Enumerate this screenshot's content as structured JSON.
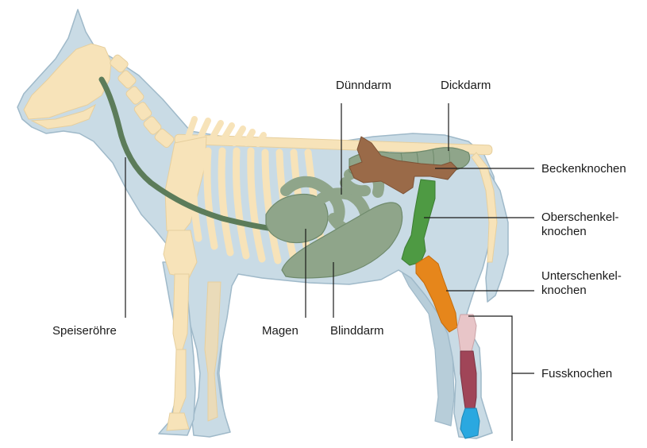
{
  "labels": {
    "duenndarm": "Dünndarm",
    "dickdarm": "Dickdarm",
    "beckenknochen": "Beckenknochen",
    "oberschenkel_1": "Oberschenkel-",
    "oberschenkel_2": "knochen",
    "unterschenkel_1": "Unterschenkel-",
    "unterschenkel_2": "knochen",
    "fussknochen": "Fussknochen",
    "speiseroehre": "Speiseröhre",
    "magen": "Magen",
    "blinddarm": "Blinddarm"
  },
  "colors": {
    "body": "#c9dbe5",
    "body_outline": "#9fb9c9",
    "skeleton": "#f7e3b9",
    "skeleton_outline": "#e6cf9e",
    "gut": "#8fa58a",
    "gut_dark": "#6f8a6c",
    "oesophagus": "#5c7c5a",
    "pelvis": "#9a6a48",
    "femur": "#4e9a43",
    "tibia": "#e6861b",
    "tarsus": "#e8c5c8",
    "metatarsus": "#a04558",
    "hoof": "#2aa8e0",
    "leader": "#1a1a1a"
  }
}
